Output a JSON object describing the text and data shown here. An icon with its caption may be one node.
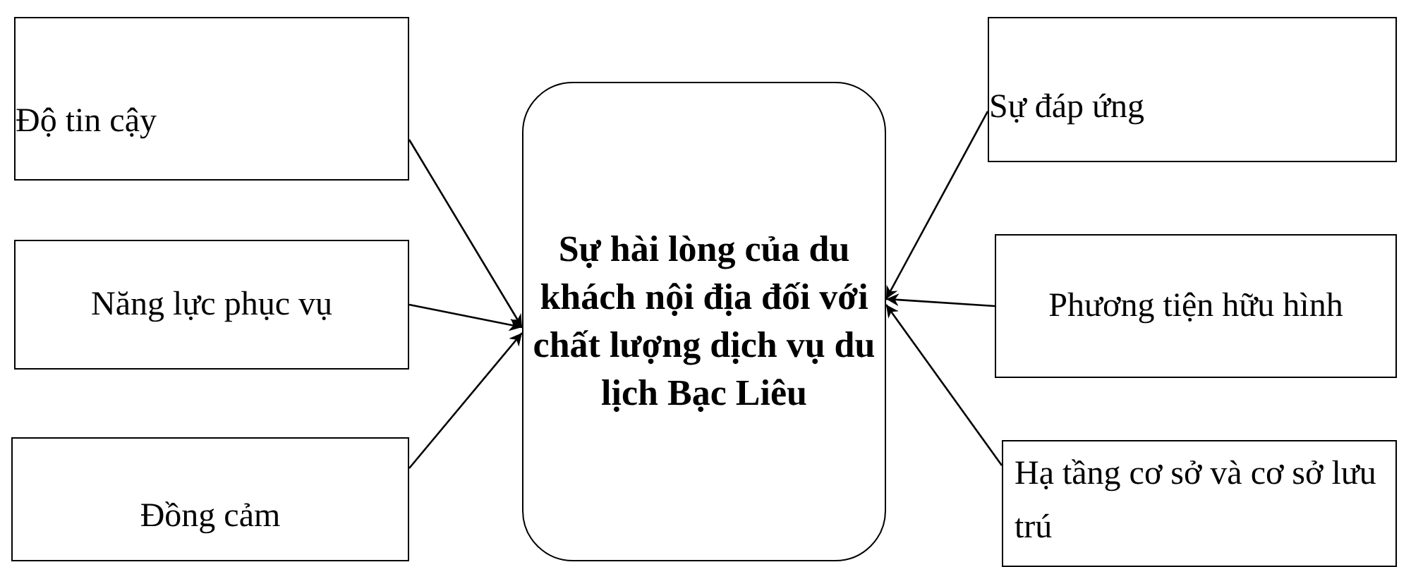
{
  "diagram": {
    "nodes": [
      {
        "text": [
          "Độ tin cậy"
        ]
      },
      {
        "text": [
          "Năng lực phục vụ"
        ]
      },
      {
        "text": [
          "Đồng cảm"
        ]
      },
      {
        "text": [
          "Sự hài lòng của du khách nội địa đối với chất lượng dịch vụ du lịch Bạc Liêu"
        ]
      },
      {
        "text": [
          "Sự đáp ứng"
        ]
      },
      {
        "text": [
          "Phương tiện hữu hình"
        ]
      },
      {
        "text": [
          "Hạ tầng cơ sở và cơ sở lưu trú"
        ]
      }
    ],
    "edges": [
      {
        "from": 0,
        "to": 3,
        "arrow": "to"
      },
      {
        "from": 1,
        "to": 3,
        "arrow": "to"
      },
      {
        "from": 2,
        "to": 3,
        "arrow": "to"
      },
      {
        "from": 4,
        "to": 3,
        "arrow": "to"
      },
      {
        "from": 5,
        "to": 3,
        "arrow": "to"
      },
      {
        "from": 6,
        "to": 3,
        "arrow": "to"
      }
    ]
  }
}
